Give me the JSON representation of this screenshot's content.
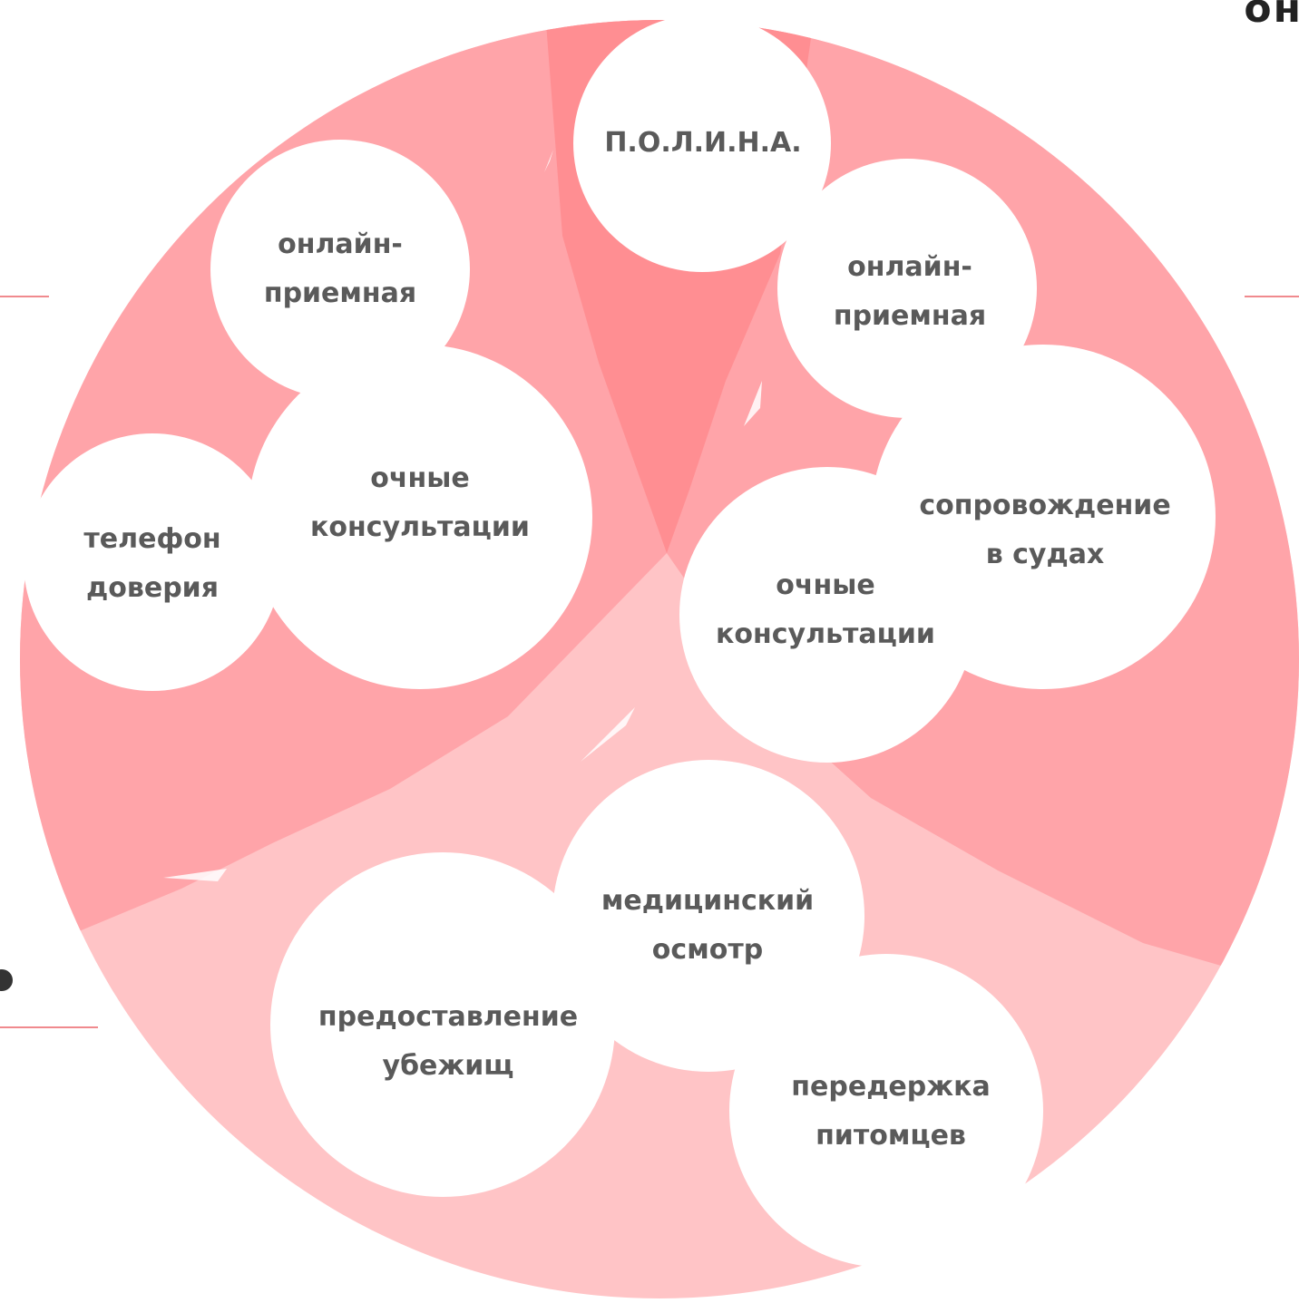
{
  "colors": {
    "segment_left": "#ffa4a9",
    "segment_right": "#ffa4a9",
    "segment_top": "#ff8e92",
    "segment_bottom": "#ffc4c6",
    "circle_fill": "#ffffff",
    "label_text": "#5a5a5a",
    "rule_line": "#f08a8e",
    "corner_text": "#222222"
  },
  "corner_fragment": "он",
  "nodes": {
    "polina": {
      "line1": "П.О.Л.И.Н.А.",
      "line2": ""
    },
    "online_left": {
      "line1": "онлайн-",
      "line2": "приемная"
    },
    "online_right": {
      "line1": "онлайн-",
      "line2": "приемная"
    },
    "phone": {
      "line1": "телефон",
      "line2": "доверия"
    },
    "consult_left": {
      "line1": "очные",
      "line2": "консультации"
    },
    "consult_right": {
      "line1": "очные",
      "line2": "консультации"
    },
    "court": {
      "line1": "сопровождение",
      "line2": "в судах"
    },
    "medical": {
      "line1": "медицинский",
      "line2": "осмотр"
    },
    "shelter": {
      "line1": "предоставление",
      "line2": "убежищ"
    },
    "pets": {
      "line1": "передержка",
      "line2": "питомцев"
    }
  }
}
